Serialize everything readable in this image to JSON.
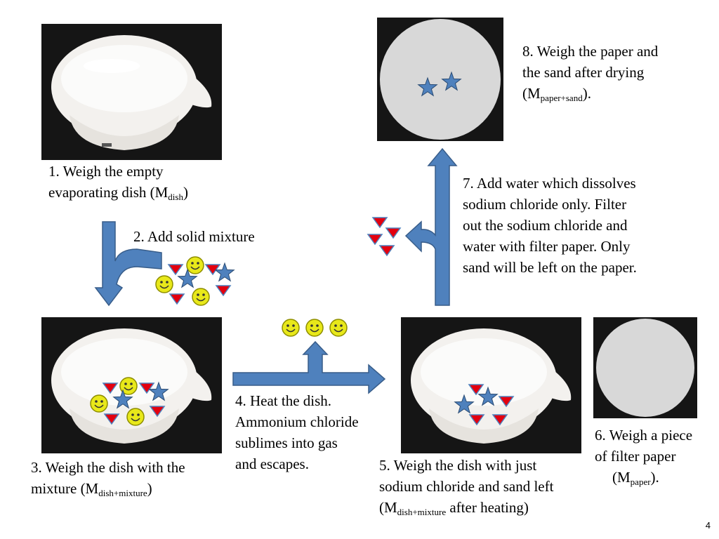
{
  "steps": {
    "step1": {
      "line1": "1. Weigh the empty",
      "line2": "evaporating dish (M",
      "sub": "dish",
      "tail": ")"
    },
    "step2": {
      "text": "2. Add solid mixture"
    },
    "step3": {
      "line1": "3. Weigh the dish with the",
      "line2": "mixture (M",
      "sub": "dish+mixture",
      "tail": ")"
    },
    "step4": {
      "lines": [
        "4. Heat the dish.",
        "Ammonium chloride",
        "sublimes into gas",
        "and escapes."
      ]
    },
    "step5": {
      "line1": "5. Weigh the dish with just",
      "line2": "sodium chloride and sand left",
      "line3": "(M",
      "sub": "dish+mixture",
      "tail": " after heating)"
    },
    "step6": {
      "line1": "6. Weigh a piece",
      "line2": "of filter paper",
      "line3": "(M",
      "sub": "paper",
      "tail": ")."
    },
    "step7": {
      "lines": [
        "7.  Add water which dissolves",
        "sodium chloride only.  Filter",
        "out the sodium chloride and",
        "water with filter paper.  Only",
        "sand will be left on the paper."
      ]
    },
    "step8": {
      "line1": "8. Weigh the paper and",
      "line2": "the sand after drying",
      "line3": "(M",
      "sub": "paper+sand",
      "tail": ")."
    }
  },
  "page_number": "4",
  "colors": {
    "arrow": "#4f81bd",
    "arrow_stroke": "#385d8a",
    "triangle": "#e3000f",
    "smiley": "#e8e81a",
    "smiley_stroke": "#8e8e00",
    "star": "#4f81bd",
    "photo_bg": "#151515",
    "paper": "#d8d8d8"
  },
  "legend_shapes": [
    "red-triangle",
    "yellow-smiley",
    "blue-star"
  ]
}
